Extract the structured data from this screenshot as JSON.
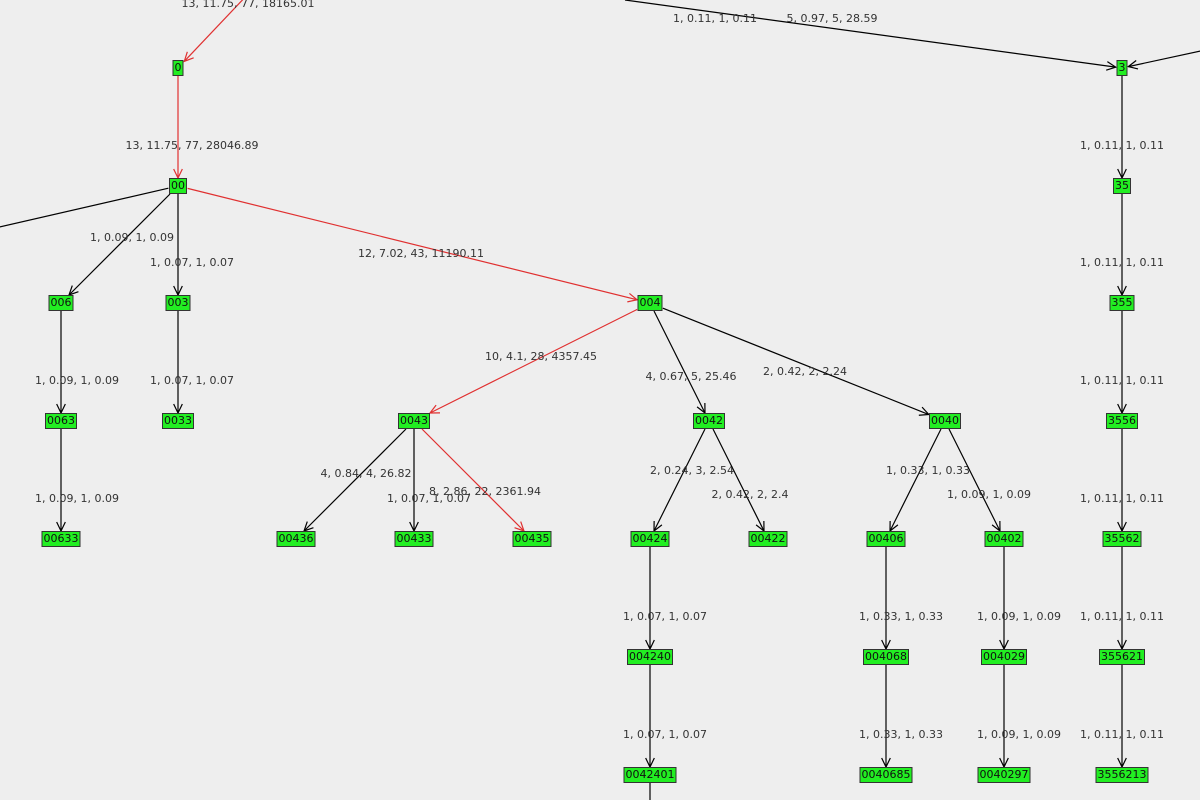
{
  "colors": {
    "background": "#eeeeee",
    "node_fill": "#22ee22",
    "node_border": "#333333",
    "edge": "#000000",
    "highlight_edge": "#e03030"
  },
  "nodes": [
    {
      "id": "0",
      "label": "0"
    },
    {
      "id": "3",
      "label": "3"
    },
    {
      "id": "00",
      "label": "00"
    },
    {
      "id": "35",
      "label": "35"
    },
    {
      "id": "006",
      "label": "006"
    },
    {
      "id": "003",
      "label": "003"
    },
    {
      "id": "004",
      "label": "004"
    },
    {
      "id": "355",
      "label": "355"
    },
    {
      "id": "0063",
      "label": "0063"
    },
    {
      "id": "0033",
      "label": "0033"
    },
    {
      "id": "0043",
      "label": "0043"
    },
    {
      "id": "0042",
      "label": "0042"
    },
    {
      "id": "0040",
      "label": "0040"
    },
    {
      "id": "3556",
      "label": "3556"
    },
    {
      "id": "00633",
      "label": "00633"
    },
    {
      "id": "00436",
      "label": "00436"
    },
    {
      "id": "00433",
      "label": "00433"
    },
    {
      "id": "00435",
      "label": "00435"
    },
    {
      "id": "00424",
      "label": "00424"
    },
    {
      "id": "00422",
      "label": "00422"
    },
    {
      "id": "00406",
      "label": "00406"
    },
    {
      "id": "00402",
      "label": "00402"
    },
    {
      "id": "35562",
      "label": "35562"
    },
    {
      "id": "004240",
      "label": "004240"
    },
    {
      "id": "004068",
      "label": "004068"
    },
    {
      "id": "004029",
      "label": "004029"
    },
    {
      "id": "355621",
      "label": "355621"
    },
    {
      "id": "0042401",
      "label": "0042401"
    },
    {
      "id": "0040685",
      "label": "0040685"
    },
    {
      "id": "0040297",
      "label": "0040297"
    },
    {
      "id": "3556213",
      "label": "3556213"
    }
  ],
  "edges": [
    {
      "from": "offscreen-top",
      "to": "0",
      "label": "13, 11.75, 77, 18165.01",
      "highlight": true
    },
    {
      "from": "offscreen-right-1",
      "to": "3",
      "label": "1, 0.11, 1, 0.11",
      "highlight": false
    },
    {
      "from": "offscreen-right-2",
      "to": "3",
      "label": "5, 0.97, 5, 28.59",
      "highlight": false
    },
    {
      "from": "00",
      "to": "offscreen-left",
      "label": "",
      "highlight": false
    },
    {
      "from": "0",
      "to": "00",
      "label": "13, 11.75, 77, 28046.89",
      "highlight": true
    },
    {
      "from": "3",
      "to": "35",
      "label": "1, 0.11, 1, 0.11",
      "highlight": false
    },
    {
      "from": "00",
      "to": "006",
      "label": "1, 0.09, 1, 0.09",
      "highlight": false
    },
    {
      "from": "00",
      "to": "003",
      "label": "1, 0.07, 1, 0.07",
      "highlight": false
    },
    {
      "from": "00",
      "to": "004",
      "label": "12, 7.02, 43, 11190.11",
      "highlight": true
    },
    {
      "from": "35",
      "to": "355",
      "label": "1, 0.11, 1, 0.11",
      "highlight": false
    },
    {
      "from": "006",
      "to": "0063",
      "label": "1, 0.09, 1, 0.09",
      "highlight": false
    },
    {
      "from": "003",
      "to": "0033",
      "label": "1, 0.07, 1, 0.07",
      "highlight": false
    },
    {
      "from": "004",
      "to": "0043",
      "label": "10, 4.1, 28, 4357.45",
      "highlight": true
    },
    {
      "from": "004",
      "to": "0042",
      "label": "4, 0.67, 5, 25.46",
      "highlight": false
    },
    {
      "from": "004",
      "to": "0040",
      "label": "2, 0.42, 2, 2.24",
      "highlight": false
    },
    {
      "from": "355",
      "to": "3556",
      "label": "1, 0.11, 1, 0.11",
      "highlight": false
    },
    {
      "from": "0063",
      "to": "00633",
      "label": "1, 0.09, 1, 0.09",
      "highlight": false
    },
    {
      "from": "0043",
      "to": "00436",
      "label": "4, 0.84, 4, 26.82",
      "highlight": false
    },
    {
      "from": "0043",
      "to": "00433",
      "label": "1, 0.07, 1, 0.07",
      "highlight": false
    },
    {
      "from": "0043",
      "to": "00435",
      "label": "8, 2.86, 22, 2361.94",
      "highlight": true
    },
    {
      "from": "0042",
      "to": "00424",
      "label": "2, 0.24, 3, 2.54",
      "highlight": false
    },
    {
      "from": "0042",
      "to": "00422",
      "label": "2, 0.42, 2, 2.4",
      "highlight": false
    },
    {
      "from": "0040",
      "to": "00406",
      "label": "1, 0.33, 1, 0.33",
      "highlight": false
    },
    {
      "from": "0040",
      "to": "00402",
      "label": "1, 0.09, 1, 0.09",
      "highlight": false
    },
    {
      "from": "3556",
      "to": "35562",
      "label": "1, 0.11, 1, 0.11",
      "highlight": false
    },
    {
      "from": "00424",
      "to": "004240",
      "label": "1, 0.07, 1, 0.07",
      "highlight": false
    },
    {
      "from": "00406",
      "to": "004068",
      "label": "1, 0.33, 1, 0.33",
      "highlight": false
    },
    {
      "from": "00402",
      "to": "004029",
      "label": "1, 0.09, 1, 0.09",
      "highlight": false
    },
    {
      "from": "35562",
      "to": "355621",
      "label": "1, 0.11, 1, 0.11",
      "highlight": false
    },
    {
      "from": "004240",
      "to": "0042401",
      "label": "1, 0.07, 1, 0.07",
      "highlight": false
    },
    {
      "from": "004068",
      "to": "0040685",
      "label": "1, 0.33, 1, 0.33",
      "highlight": false
    },
    {
      "from": "004029",
      "to": "0040297",
      "label": "1, 0.09, 1, 0.09",
      "highlight": false
    },
    {
      "from": "355621",
      "to": "3556213",
      "label": "1, 0.11, 1, 0.11",
      "highlight": false
    },
    {
      "from": "0042401",
      "to": "offscreen-bottom",
      "label": "",
      "highlight": false
    }
  ]
}
